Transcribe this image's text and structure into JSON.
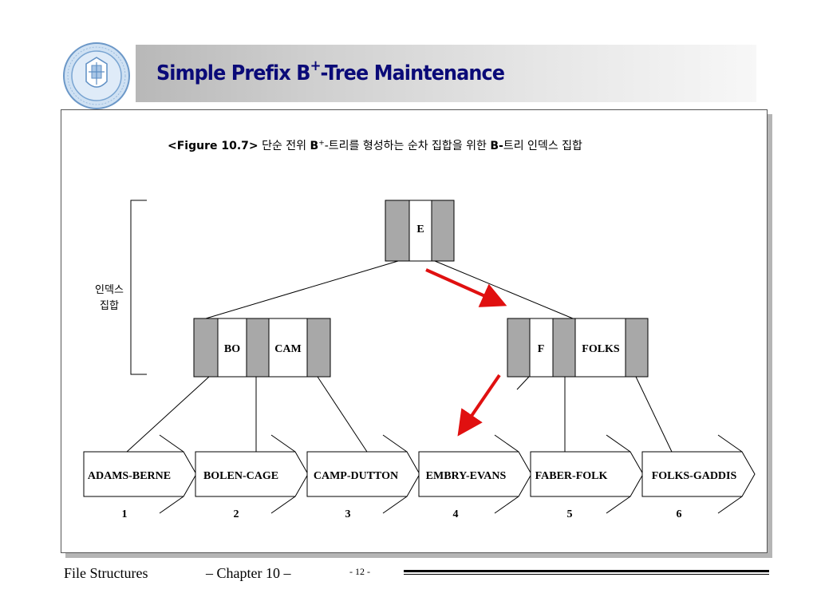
{
  "title": {
    "main": "Simple Prefix B",
    "sup": "+",
    "rest": "-Tree Maintenance"
  },
  "caption": {
    "figure": "<Figure 10.7>",
    "t1": " 단순 전위 ",
    "b": "B",
    "b_sup": "+",
    "t2": "-트리를 형성하는 순차 집합을 위한 ",
    "b2": "B-",
    "t3": "트리 인덱스 집합"
  },
  "index_set_label": {
    "line1": "인덱스",
    "line2": "집합"
  },
  "tree": {
    "root": {
      "keys": [
        "E"
      ]
    },
    "internal": [
      {
        "keys": [
          "BO",
          "CAM"
        ]
      },
      {
        "keys": [
          "F",
          "FOLKS"
        ]
      }
    ]
  },
  "sequence_set": [
    {
      "label": "ADAMS-BERNE",
      "number": "1"
    },
    {
      "label": "BOLEN-CAGE",
      "number": "2"
    },
    {
      "label": "CAMP-DUTTON",
      "number": "3"
    },
    {
      "label": "EMBRY-EVANS",
      "number": "4"
    },
    {
      "label": "FABER-FOLK",
      "number": "5"
    },
    {
      "label": "FOLKS-GADDIS",
      "number": "6"
    }
  ],
  "footer": {
    "course": "File Structures",
    "chapter": "– Chapter 10 –",
    "page": "- 12 -"
  },
  "colors": {
    "title_text": "#0a0a78",
    "node_gray": "#a8a8a8",
    "arrow_red": "#e01010"
  },
  "icons": {
    "logo": "university-seal-icon",
    "highlight_arrows": "red-arrow-icon"
  }
}
